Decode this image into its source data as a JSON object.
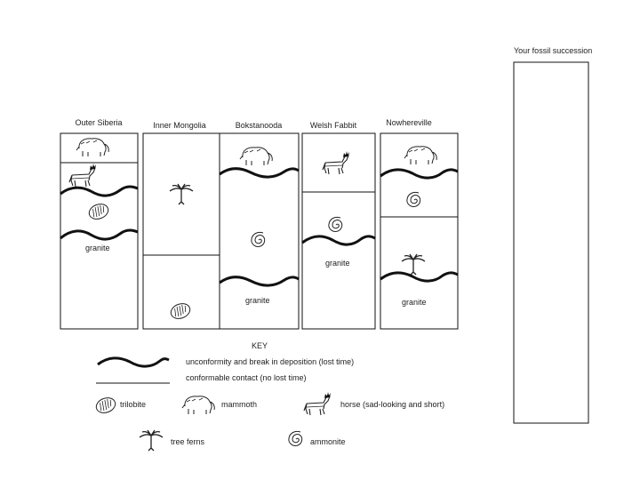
{
  "succession": {
    "title": "Your fossil succession"
  },
  "columns": [
    {
      "name": "Outer Siberia",
      "rock": "granite"
    },
    {
      "name": "Inner Mongolia",
      "rock": ""
    },
    {
      "name": "Bokstanooda",
      "rock": "granite"
    },
    {
      "name": "Welsh Fabbit",
      "rock": "granite"
    },
    {
      "name": "Nowhereville",
      "rock": "granite"
    }
  ],
  "key": {
    "title": "KEY",
    "unconformity": "unconformity and break in deposition (lost time)",
    "conformable": "conformable contact (no lost time)",
    "trilobite": "trilobite",
    "mammoth": "mammoth",
    "horse": "horse (sad-looking and short)",
    "tree_ferns": "tree ferns",
    "ammonite": "ammonite"
  }
}
